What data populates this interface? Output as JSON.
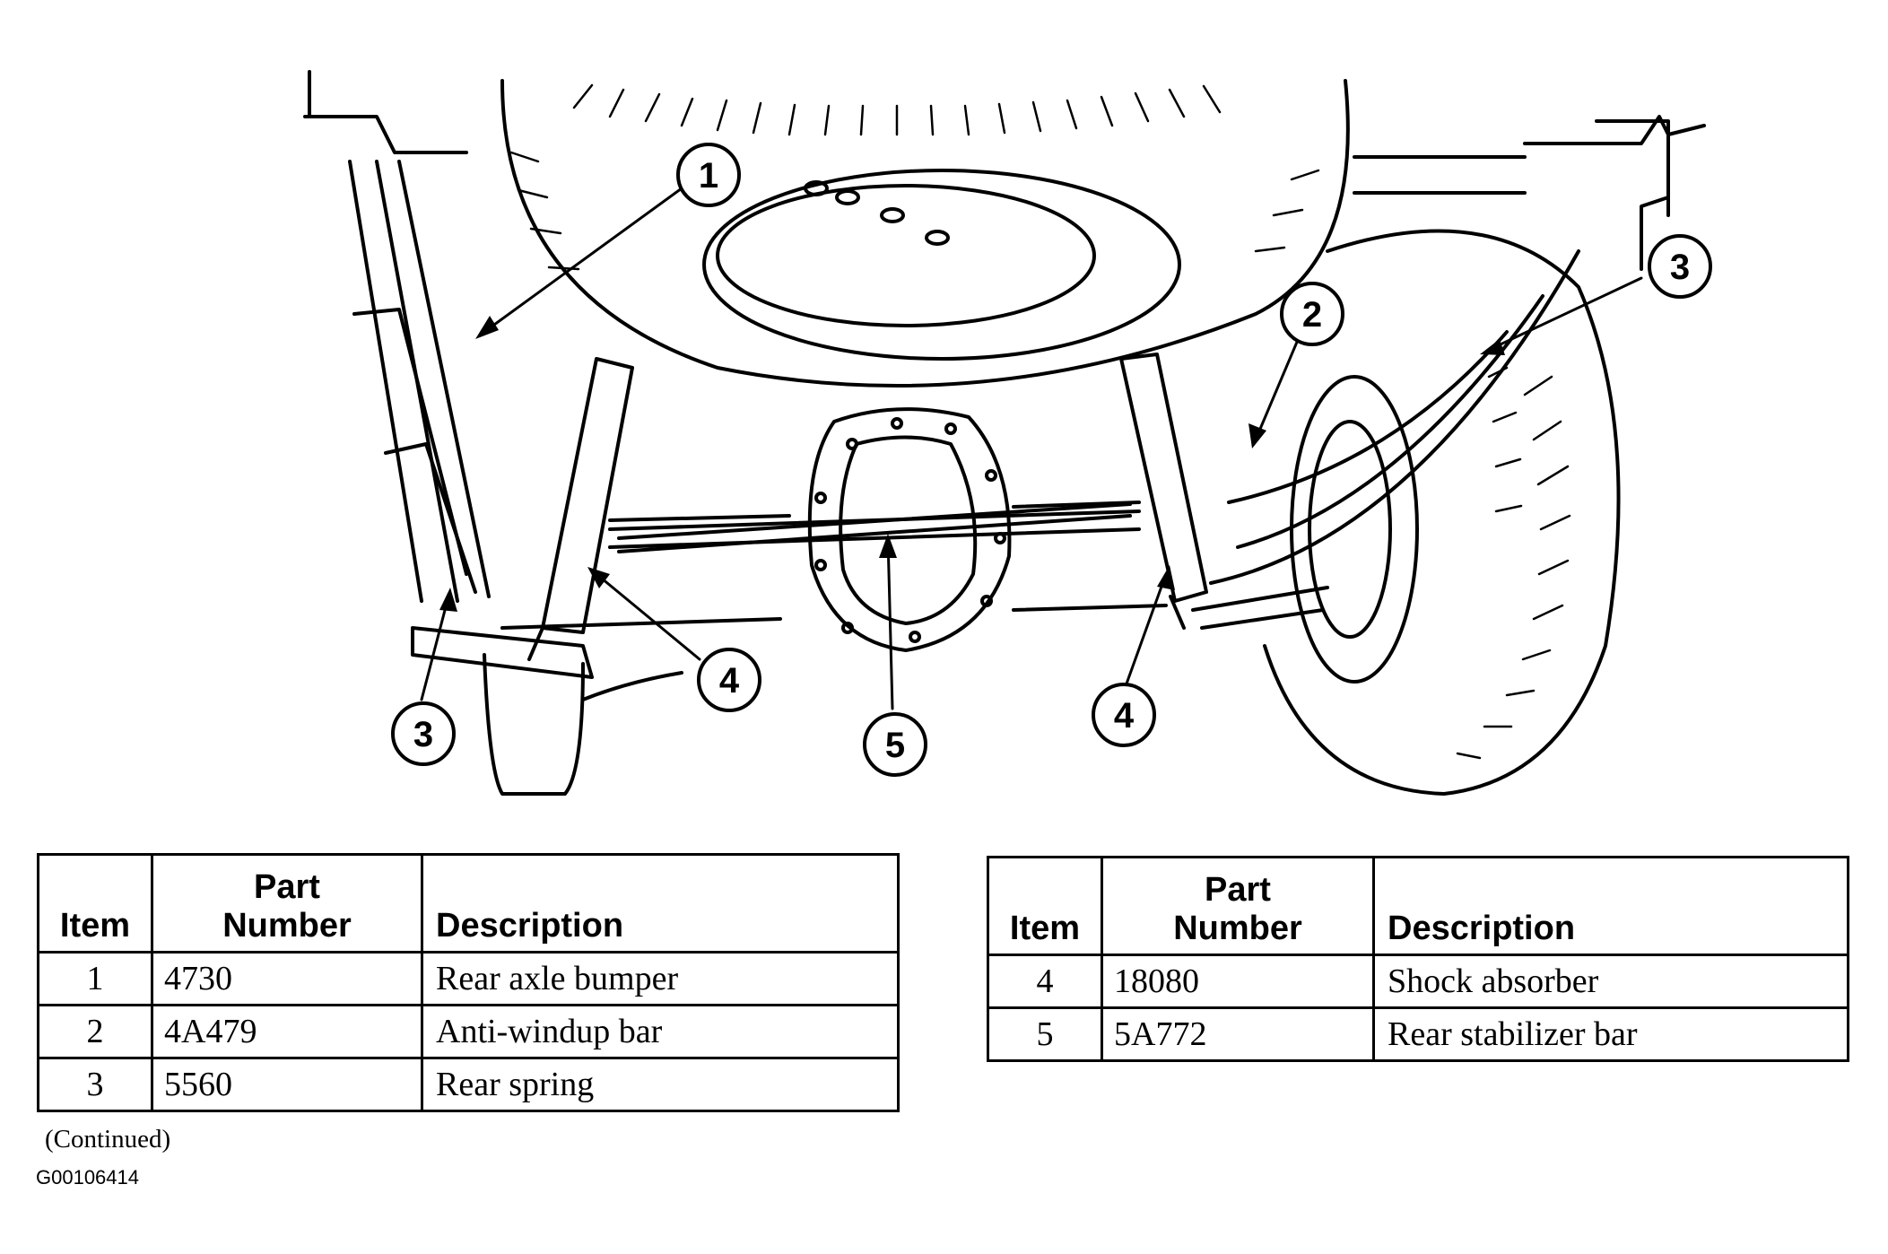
{
  "diagram": {
    "callouts": [
      "1",
      "2",
      "3",
      "3",
      "4",
      "4",
      "5"
    ]
  },
  "table_left": {
    "headers": {
      "item": "Item",
      "part_number_line1": "Part",
      "part_number_line2": "Number",
      "description": "Description"
    },
    "rows": [
      {
        "item": "1",
        "part_number": "4730",
        "description": "Rear axle bumper"
      },
      {
        "item": "2",
        "part_number": "4A479",
        "description": "Anti-windup bar"
      },
      {
        "item": "3",
        "part_number": "5560",
        "description": "Rear spring"
      }
    ]
  },
  "table_right": {
    "headers": {
      "item": "Item",
      "part_number_line1": "Part",
      "part_number_line2": "Number",
      "description": "Description"
    },
    "rows": [
      {
        "item": "4",
        "part_number": "18080",
        "description": "Shock absorber"
      },
      {
        "item": "5",
        "part_number": "5A772",
        "description": "Rear stabilizer bar"
      }
    ]
  },
  "notes": {
    "continued": "(Continued)",
    "figure_code": "G00106414"
  }
}
